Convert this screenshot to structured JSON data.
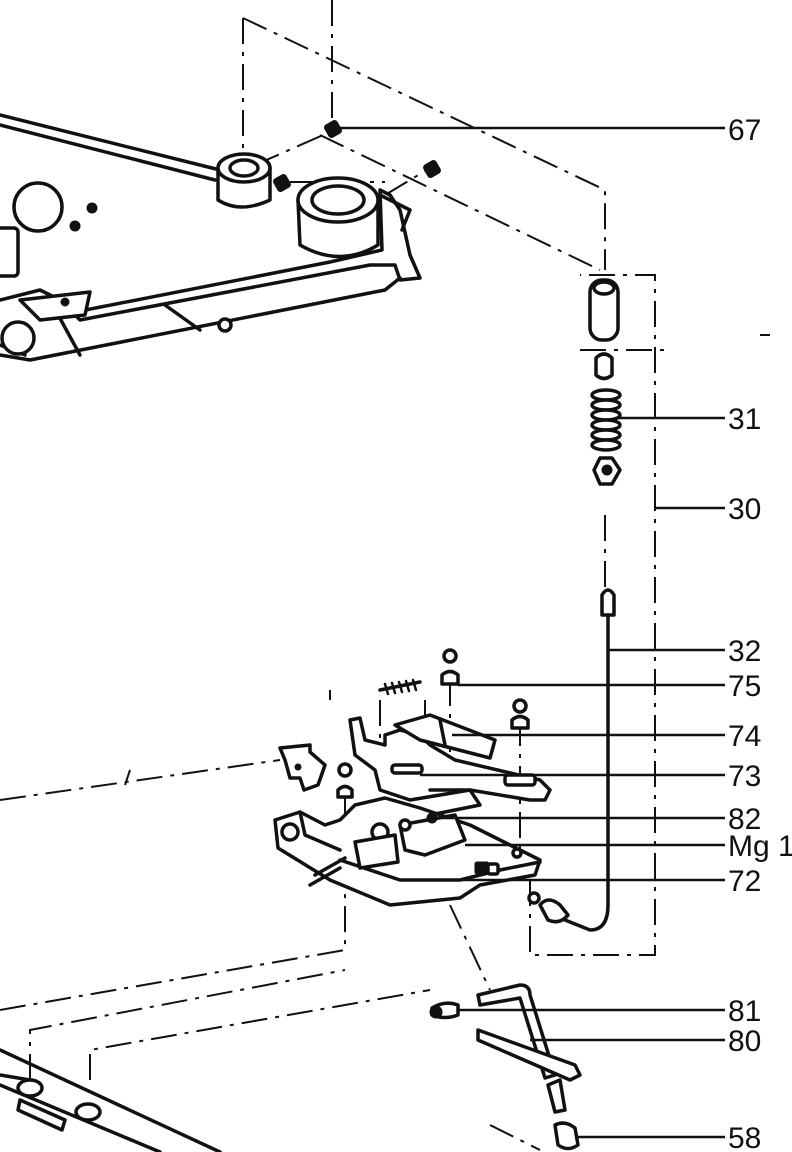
{
  "callouts": [
    {
      "id": "67",
      "label": "67"
    },
    {
      "id": "31",
      "label": "31"
    },
    {
      "id": "30",
      "label": "30"
    },
    {
      "id": "32",
      "label": "32"
    },
    {
      "id": "75",
      "label": "75"
    },
    {
      "id": "74",
      "label": "74"
    },
    {
      "id": "73",
      "label": "73"
    },
    {
      "id": "82",
      "label": "82"
    },
    {
      "id": "mg1",
      "label": "Mg 1"
    },
    {
      "id": "72",
      "label": "72"
    },
    {
      "id": "81",
      "label": "81"
    },
    {
      "id": "80",
      "label": "80"
    },
    {
      "id": "58",
      "label": "58"
    }
  ]
}
